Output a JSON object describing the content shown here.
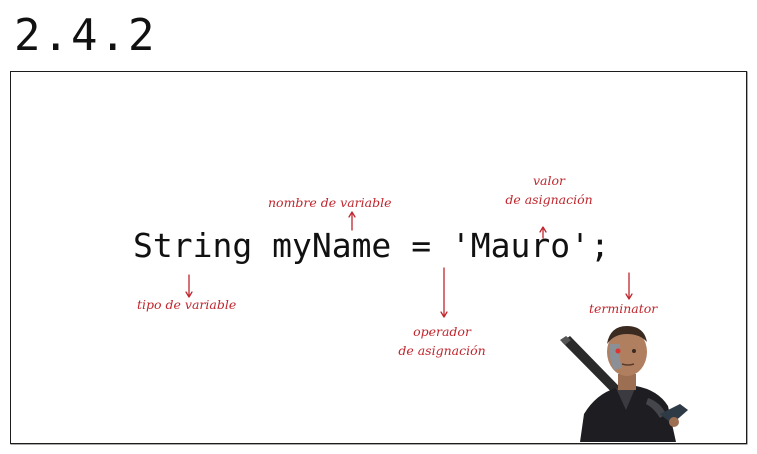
{
  "title": "2.4.2",
  "code": {
    "type": "String",
    "name": "myName",
    "operator": "=",
    "value": "'Mauro'",
    "terminator": ";"
  },
  "annotations": {
    "variable_name": "nombre de variable",
    "value_line1": "valor",
    "value_line2": "de asignación",
    "variable_type": "tipo de variable",
    "operator_line1": "operador",
    "operator_line2": "de asignación",
    "terminator": "terminator"
  },
  "colors": {
    "annotation": "#c0262d",
    "text": "#111111"
  },
  "image": {
    "subject": "terminator-character-photo"
  }
}
